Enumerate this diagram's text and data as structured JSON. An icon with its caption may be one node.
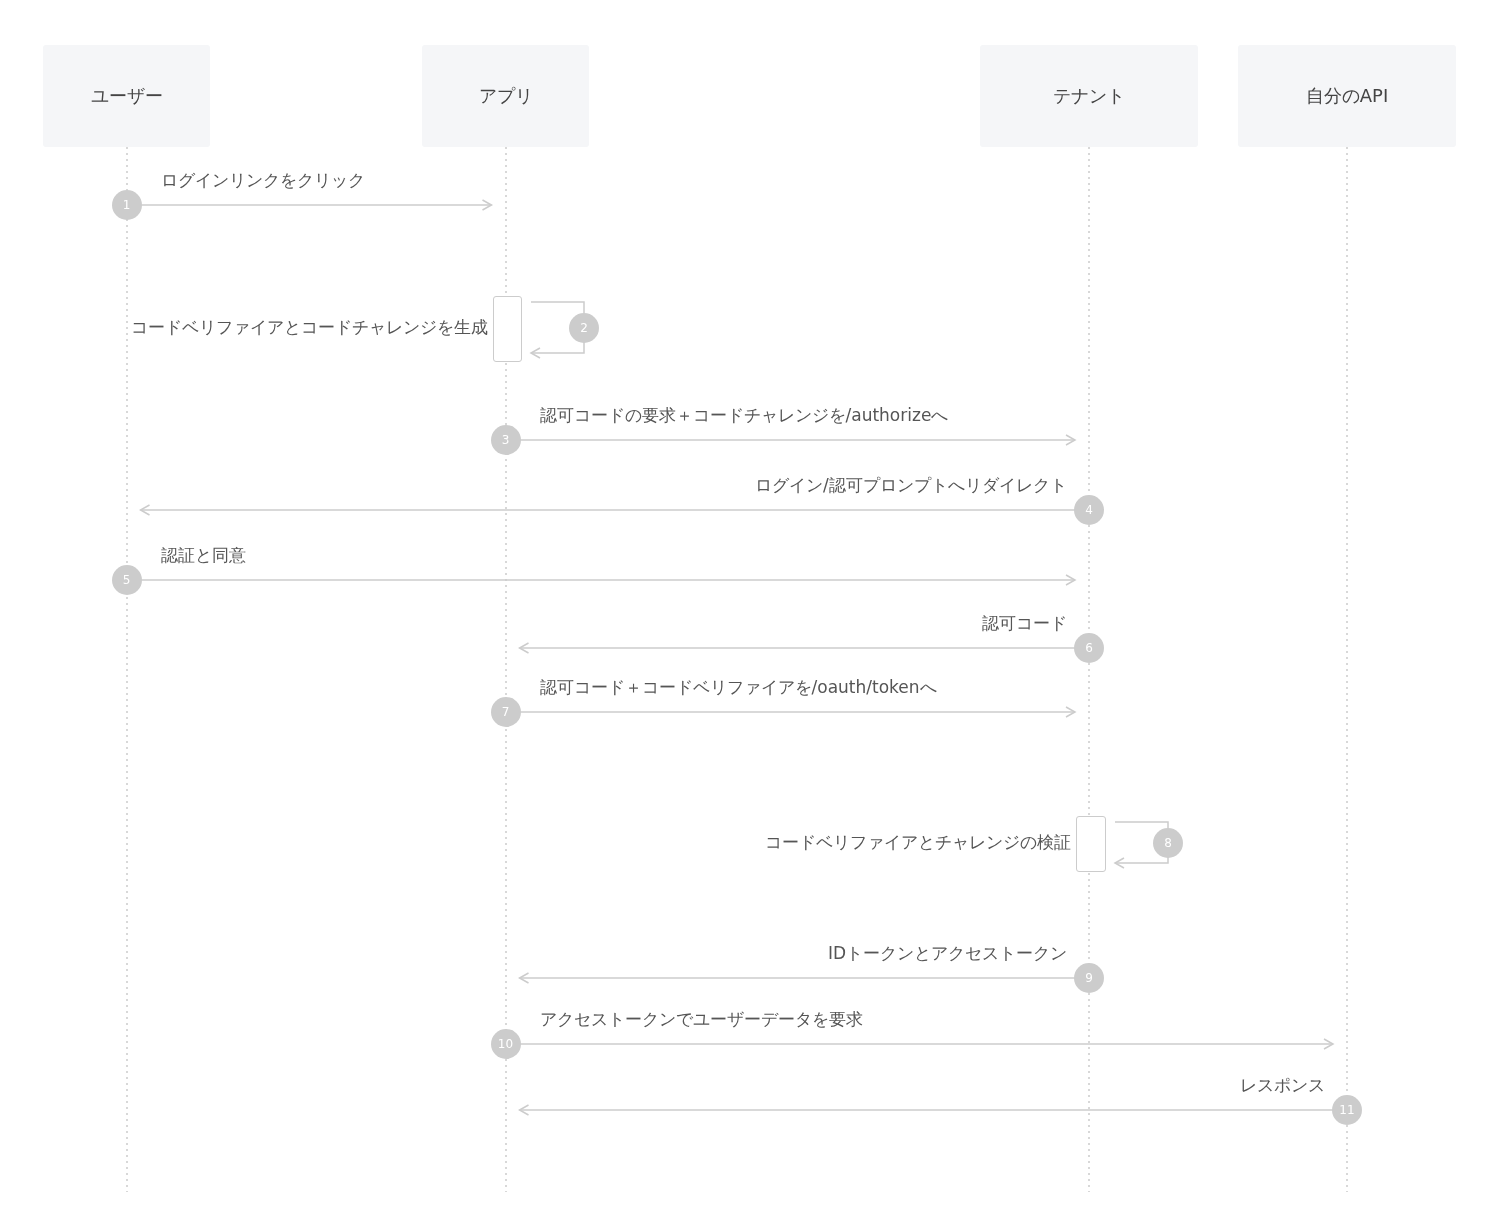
{
  "diagram": {
    "nodes": [
      {
        "text": [
          "ユーザー"
        ]
      },
      {
        "text": [
          "アプリ"
        ]
      },
      {
        "text": [
          "テナント"
        ]
      },
      {
        "text": [
          "自分のAPI"
        ]
      },
      {
        "text": [],
        "shape": "box",
        "in": 1
      },
      {
        "text": [],
        "shape": "box",
        "in": 2
      }
    ],
    "edges": [
      {
        "from": 0,
        "to": 1,
        "arrow": "to",
        "label": "ログインリンクをクリック"
      },
      {
        "from": 4,
        "to": 4,
        "arrow": "to",
        "label": "コードベリファイアとコードチャレンジを生成"
      },
      {
        "from": 1,
        "to": 2,
        "arrow": "to",
        "label": "認可コードの要求＋コードチャレンジを/authorizeへ"
      },
      {
        "from": 2,
        "to": 0,
        "arrow": "to",
        "label": "ログイン/認可プロンプトへリダイレクト"
      },
      {
        "from": 0,
        "to": 2,
        "arrow": "to",
        "label": "認証と同意"
      },
      {
        "from": 2,
        "to": 1,
        "arrow": "to",
        "label": "認可コード"
      },
      {
        "from": 1,
        "to": 2,
        "arrow": "to",
        "label": "認可コード＋コードベリファイアを/oauth/tokenへ"
      },
      {
        "from": 5,
        "to": 5,
        "arrow": "to",
        "label": "コードベリファイアとチャレンジの検証"
      },
      {
        "from": 2,
        "to": 1,
        "arrow": "to",
        "label": "IDトークンとアクセストークン"
      },
      {
        "from": 1,
        "to": 3,
        "arrow": "to",
        "label": "アクセストークンでユーザーデータを要求"
      },
      {
        "from": 3,
        "to": 1,
        "arrow": "to",
        "label": "レスポンス"
      }
    ],
    "labels": [
      "1",
      "2",
      "3",
      "4",
      "5",
      "6",
      "7",
      "8",
      "9",
      "10",
      "11"
    ]
  }
}
